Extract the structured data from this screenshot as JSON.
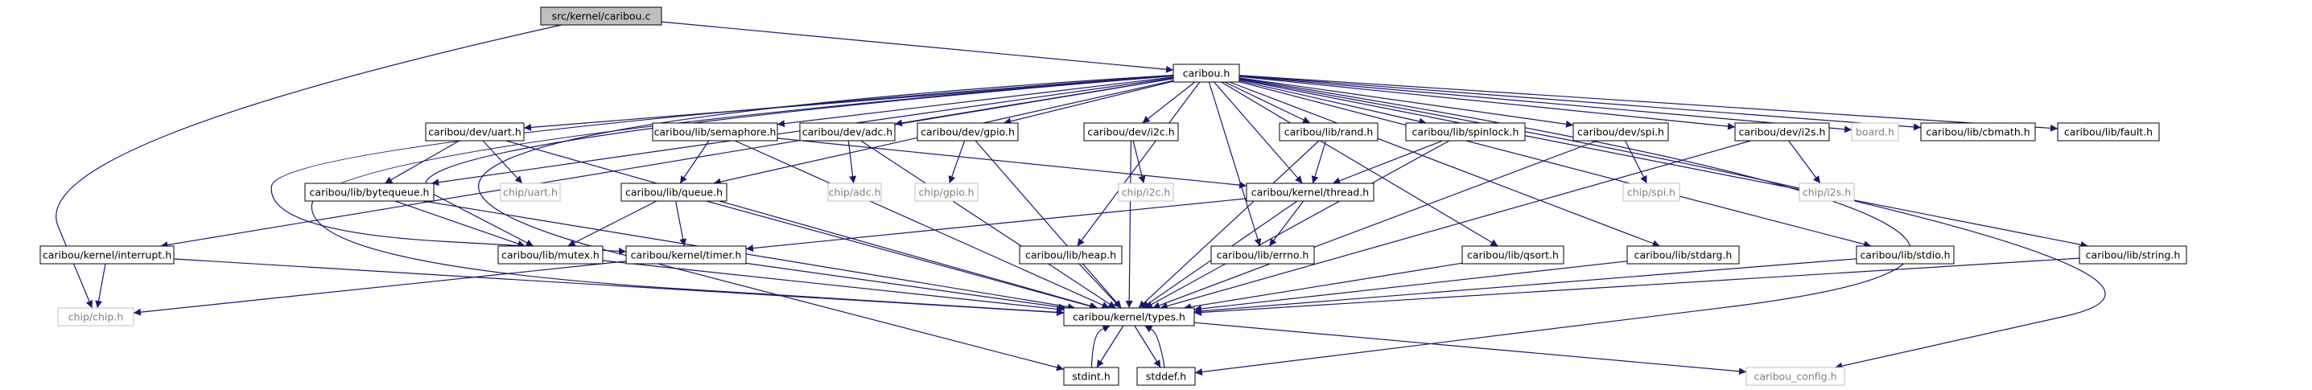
{
  "graph": {
    "nodes": [
      {
        "id": "n_root",
        "label": "src/kernel/caribou.c",
        "style": "root"
      },
      {
        "id": "n_caribou",
        "label": "caribou.h",
        "style": "normal"
      },
      {
        "id": "n_interrupt",
        "label": "caribou/kernel/interrupt.h",
        "style": "normal"
      },
      {
        "id": "n_uart",
        "label": "caribou/dev/uart.h",
        "style": "normal"
      },
      {
        "id": "n_semaphore",
        "label": "caribou/lib/semaphore.h",
        "style": "normal"
      },
      {
        "id": "n_adc",
        "label": "caribou/dev/adc.h",
        "style": "normal"
      },
      {
        "id": "n_gpio",
        "label": "caribou/dev/gpio.h",
        "style": "normal"
      },
      {
        "id": "n_i2c",
        "label": "caribou/dev/i2c.h",
        "style": "normal"
      },
      {
        "id": "n_rand",
        "label": "caribou/lib/rand.h",
        "style": "normal"
      },
      {
        "id": "n_spinlock",
        "label": "caribou/lib/spinlock.h",
        "style": "normal"
      },
      {
        "id": "n_spi",
        "label": "caribou/dev/spi.h",
        "style": "normal"
      },
      {
        "id": "n_i2s",
        "label": "caribou/dev/i2s.h",
        "style": "normal"
      },
      {
        "id": "n_board",
        "label": "board.h",
        "style": "missing"
      },
      {
        "id": "n_cbmath",
        "label": "caribou/lib/cbmath.h",
        "style": "normal"
      },
      {
        "id": "n_fault",
        "label": "caribou/lib/fault.h",
        "style": "normal"
      },
      {
        "id": "n_bytequeue",
        "label": "caribou/lib/bytequeue.h",
        "style": "normal"
      },
      {
        "id": "n_chipuart",
        "label": "chip/uart.h",
        "style": "missing"
      },
      {
        "id": "n_queue",
        "label": "caribou/lib/queue.h",
        "style": "normal"
      },
      {
        "id": "n_chipadc",
        "label": "chip/adc.h",
        "style": "missing"
      },
      {
        "id": "n_chipgpio",
        "label": "chip/gpio.h",
        "style": "missing"
      },
      {
        "id": "n_chipi2c",
        "label": "chip/i2c.h",
        "style": "missing"
      },
      {
        "id": "n_thread",
        "label": "caribou/kernel/thread.h",
        "style": "normal"
      },
      {
        "id": "n_chipspi",
        "label": "chip/spi.h",
        "style": "missing"
      },
      {
        "id": "n_chipi2s",
        "label": "chip/i2s.h",
        "style": "missing"
      },
      {
        "id": "n_mutex",
        "label": "caribou/lib/mutex.h",
        "style": "normal"
      },
      {
        "id": "n_timer",
        "label": "caribou/kernel/timer.h",
        "style": "normal"
      },
      {
        "id": "n_heap",
        "label": "caribou/lib/heap.h",
        "style": "normal"
      },
      {
        "id": "n_errno",
        "label": "caribou/lib/errno.h",
        "style": "normal"
      },
      {
        "id": "n_qsort",
        "label": "caribou/lib/qsort.h",
        "style": "normal"
      },
      {
        "id": "n_stdarg",
        "label": "caribou/lib/stdarg.h",
        "style": "normal"
      },
      {
        "id": "n_stdio",
        "label": "caribou/lib/stdio.h",
        "style": "normal"
      },
      {
        "id": "n_string",
        "label": "caribou/lib/string.h",
        "style": "normal"
      },
      {
        "id": "n_chip",
        "label": "chip/chip.h",
        "style": "missing"
      },
      {
        "id": "n_types",
        "label": "caribou/kernel/types.h",
        "style": "normal"
      },
      {
        "id": "n_stdint",
        "label": "stdint.h",
        "style": "normal"
      },
      {
        "id": "n_stddef",
        "label": "stddef.h",
        "style": "normal"
      },
      {
        "id": "n_config",
        "label": "caribou_config.h",
        "style": "missing"
      }
    ],
    "edges": [
      [
        "n_root",
        "n_caribou"
      ],
      [
        "n_root",
        "n_chip"
      ],
      [
        "n_caribou",
        "n_interrupt"
      ],
      [
        "n_caribou",
        "n_uart"
      ],
      [
        "n_caribou",
        "n_semaphore"
      ],
      [
        "n_caribou",
        "n_adc"
      ],
      [
        "n_caribou",
        "n_gpio"
      ],
      [
        "n_caribou",
        "n_i2c"
      ],
      [
        "n_caribou",
        "n_rand"
      ],
      [
        "n_caribou",
        "n_spinlock"
      ],
      [
        "n_caribou",
        "n_spi"
      ],
      [
        "n_caribou",
        "n_i2s"
      ],
      [
        "n_caribou",
        "n_board"
      ],
      [
        "n_caribou",
        "n_cbmath"
      ],
      [
        "n_caribou",
        "n_fault"
      ],
      [
        "n_caribou",
        "n_bytequeue"
      ],
      [
        "n_caribou",
        "n_queue"
      ],
      [
        "n_caribou",
        "n_thread"
      ],
      [
        "n_caribou",
        "n_mutex"
      ],
      [
        "n_caribou",
        "n_timer"
      ],
      [
        "n_caribou",
        "n_heap"
      ],
      [
        "n_caribou",
        "n_errno"
      ],
      [
        "n_caribou",
        "n_qsort"
      ],
      [
        "n_caribou",
        "n_stdarg"
      ],
      [
        "n_caribou",
        "n_stdio"
      ],
      [
        "n_caribou",
        "n_string"
      ],
      [
        "n_caribou",
        "n_types"
      ],
      [
        "n_caribou",
        "n_stdint"
      ],
      [
        "n_caribou",
        "n_stddef"
      ],
      [
        "n_caribou",
        "n_config"
      ],
      [
        "n_interrupt",
        "n_chip"
      ],
      [
        "n_interrupt",
        "n_types"
      ],
      [
        "n_uart",
        "n_bytequeue"
      ],
      [
        "n_uart",
        "n_chipuart"
      ],
      [
        "n_uart",
        "n_types"
      ],
      [
        "n_bytequeue",
        "n_mutex"
      ],
      [
        "n_bytequeue",
        "n_types"
      ],
      [
        "n_semaphore",
        "n_queue"
      ],
      [
        "n_semaphore",
        "n_thread"
      ],
      [
        "n_semaphore",
        "n_types"
      ],
      [
        "n_adc",
        "n_chipadc"
      ],
      [
        "n_adc",
        "n_types"
      ],
      [
        "n_gpio",
        "n_chipgpio"
      ],
      [
        "n_gpio",
        "n_types"
      ],
      [
        "n_i2c",
        "n_chipi2c"
      ],
      [
        "n_i2c",
        "n_types"
      ],
      [
        "n_rand",
        "n_thread"
      ],
      [
        "n_rand",
        "n_types"
      ],
      [
        "n_spinlock",
        "n_thread"
      ],
      [
        "n_spinlock",
        "n_types"
      ],
      [
        "n_spi",
        "n_chipspi"
      ],
      [
        "n_spi",
        "n_types"
      ],
      [
        "n_i2s",
        "n_chipi2s"
      ],
      [
        "n_i2s",
        "n_types"
      ],
      [
        "n_queue",
        "n_mutex"
      ],
      [
        "n_queue",
        "n_timer"
      ],
      [
        "n_queue",
        "n_types"
      ],
      [
        "n_thread",
        "n_timer"
      ],
      [
        "n_thread",
        "n_errno"
      ],
      [
        "n_thread",
        "n_types"
      ],
      [
        "n_mutex",
        "n_types"
      ],
      [
        "n_timer",
        "n_chip"
      ],
      [
        "n_timer",
        "n_types"
      ],
      [
        "n_heap",
        "n_types"
      ],
      [
        "n_qsort",
        "n_types"
      ],
      [
        "n_stdarg",
        "n_types"
      ],
      [
        "n_stdio",
        "n_types"
      ],
      [
        "n_string",
        "n_types"
      ],
      [
        "n_types",
        "n_stdint"
      ],
      [
        "n_types",
        "n_stddef"
      ],
      [
        "n_types",
        "n_config"
      ],
      [
        "n_stdint",
        "n_types"
      ],
      [
        "n_stddef",
        "n_types"
      ]
    ]
  }
}
